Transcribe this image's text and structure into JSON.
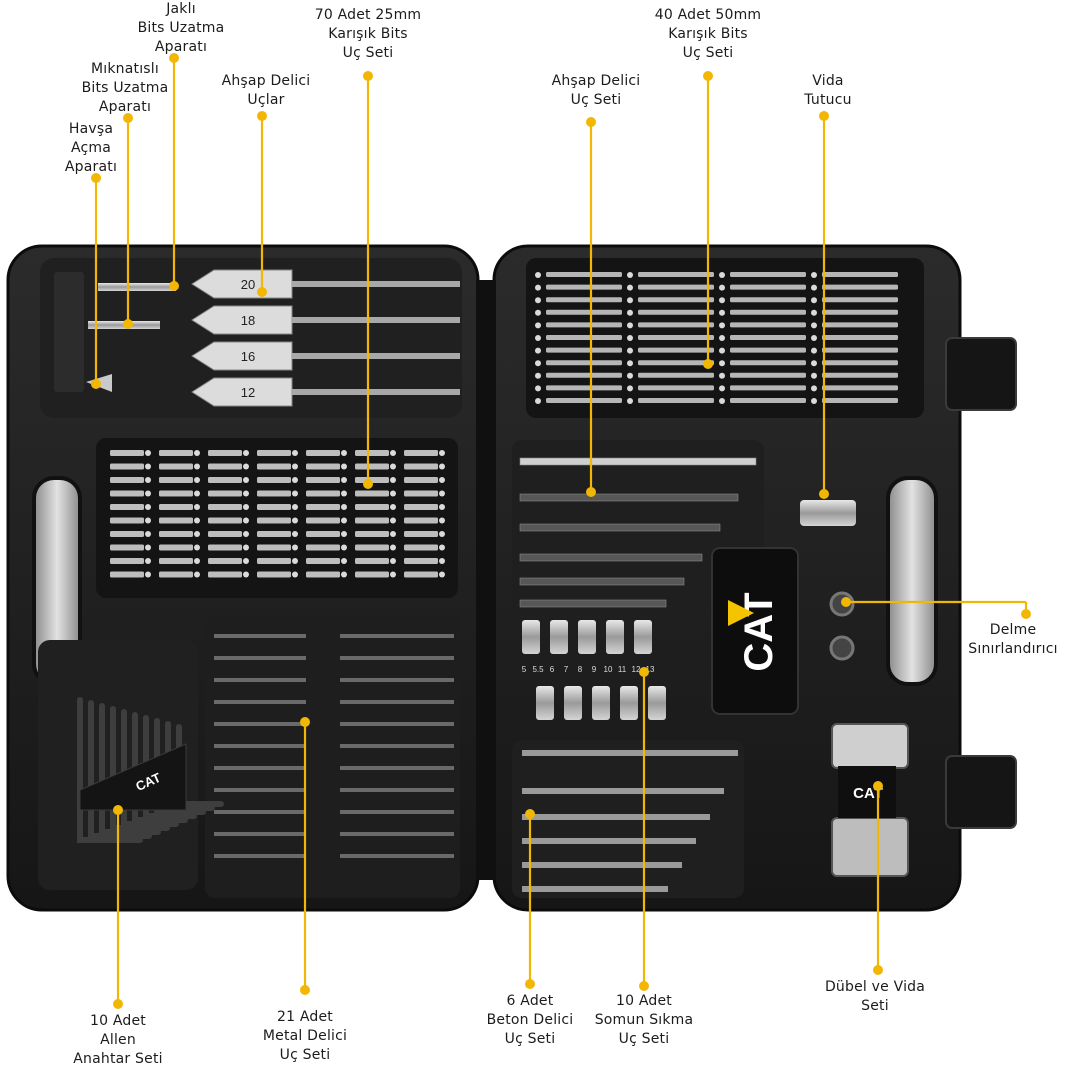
{
  "colors": {
    "background": "#ffffff",
    "case_dark": "#1b1b1b",
    "case_mid": "#2a2a2a",
    "leader_yellow": "#f2b705",
    "label_text": "#1c1c1c",
    "logo_yellow": "#f5c400"
  },
  "brand_logo": "CAT",
  "spade_sizes": [
    "20",
    "18",
    "16",
    "12"
  ],
  "nut_driver_sizes": [
    "5",
    "5.5",
    "6",
    "7",
    "8",
    "9",
    "10",
    "11",
    "12",
    "13"
  ],
  "callouts": [
    {
      "id": "jakli-bits",
      "lines": [
        "Jaklı",
        "Bits Uzatma",
        "Aparatı"
      ]
    },
    {
      "id": "mik-bits",
      "lines": [
        "Mıknatıslı",
        "Bits Uzatma",
        "Aparatı"
      ]
    },
    {
      "id": "havsa",
      "lines": [
        "Havşa",
        "Açma",
        "Aparatı"
      ]
    },
    {
      "id": "ahsap-uclar",
      "lines": [
        "Ahşap Delici",
        "Uçlar"
      ]
    },
    {
      "id": "bits-25mm",
      "lines": [
        "70 Adet 25mm",
        "Karışık Bits",
        "Uç Seti"
      ]
    },
    {
      "id": "ahsap-uc-seti",
      "lines": [
        "Ahşap Delici",
        "Uç Seti"
      ]
    },
    {
      "id": "bits-50mm",
      "lines": [
        "40 Adet 50mm",
        "Karışık Bits",
        "Uç Seti"
      ]
    },
    {
      "id": "vida-tutucu",
      "lines": [
        "Vida",
        "Tutucu"
      ]
    },
    {
      "id": "delme-sinir",
      "lines": [
        "Delme",
        "Sınırlandırıcı"
      ]
    },
    {
      "id": "allen",
      "lines": [
        "10 Adet",
        "Allen",
        "Anahtar Seti"
      ]
    },
    {
      "id": "metal",
      "lines": [
        "21 Adet",
        "Metal Delici",
        "Uç Seti"
      ]
    },
    {
      "id": "beton",
      "lines": [
        "6 Adet",
        "Beton Delici",
        "Uç Seti"
      ]
    },
    {
      "id": "somun",
      "lines": [
        "10 Adet",
        "Somun Sıkma",
        "Uç Seti"
      ]
    },
    {
      "id": "dubel",
      "lines": [
        "Dübel ve Vida",
        "Seti"
      ]
    }
  ]
}
